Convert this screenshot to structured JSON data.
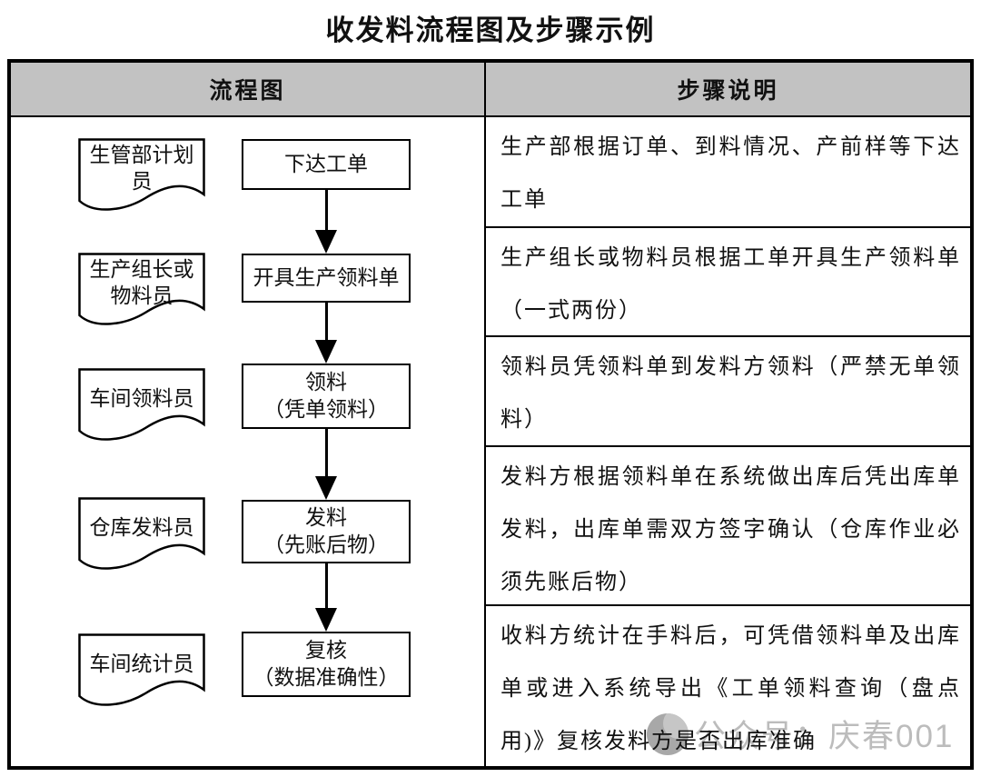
{
  "title": "收发料流程图及步骤示例",
  "table": {
    "header_flow": "流程图",
    "header_steps": "步骤说明"
  },
  "flow": {
    "steps": [
      {
        "role": "生管部计划员",
        "action": "下达工单",
        "action_note": ""
      },
      {
        "role": "生产组长或物料员",
        "action": "开具生产领料单",
        "action_note": ""
      },
      {
        "role": "车间领料员",
        "action": "领料",
        "action_note": "（凭单领料）"
      },
      {
        "role": "仓库发料员",
        "action": "发料",
        "action_note": "（先账后物）"
      },
      {
        "role": "车间统计员",
        "action": "复核",
        "action_note": "（数据准确性）"
      }
    ]
  },
  "descriptions": [
    "生产部根据订单、到料情况、产前样等下达工单",
    "生产组长或物料员根据工单开具生产领料单（一式两份）",
    "领料员凭领料单到发料方领料（严禁无单领料）",
    "发料方根据领料单在系统做出库后凭出库单发料，出库单需双方签字确认（仓库作业必须先账后物）",
    "收料方统计在手料后，可凭借领料单及出库单或进入系统导出《工单领料查询（盘点用)》复核发料方是否出库准确"
  ],
  "watermark": {
    "label": "公众号：庆春001",
    "icon": "wechat-official-account-logo"
  },
  "colors": {
    "header_bg": "#c2c2c2",
    "border": "#000000",
    "text": "#111111",
    "watermark": "#bcbcbc"
  }
}
